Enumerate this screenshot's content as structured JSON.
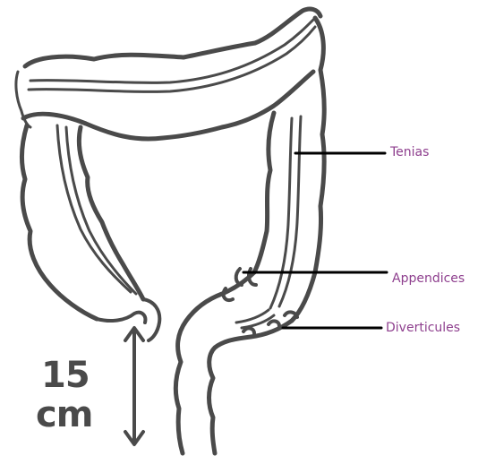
{
  "labels": {
    "tenias": "Tenias",
    "appendices": "Appendices",
    "diverticules": "Diverticules"
  },
  "scale": {
    "value": "15",
    "unit": "cm"
  },
  "colors": {
    "ink": "#4a4a4a",
    "label": "#8e3f8e",
    "pointer": "#000000"
  }
}
